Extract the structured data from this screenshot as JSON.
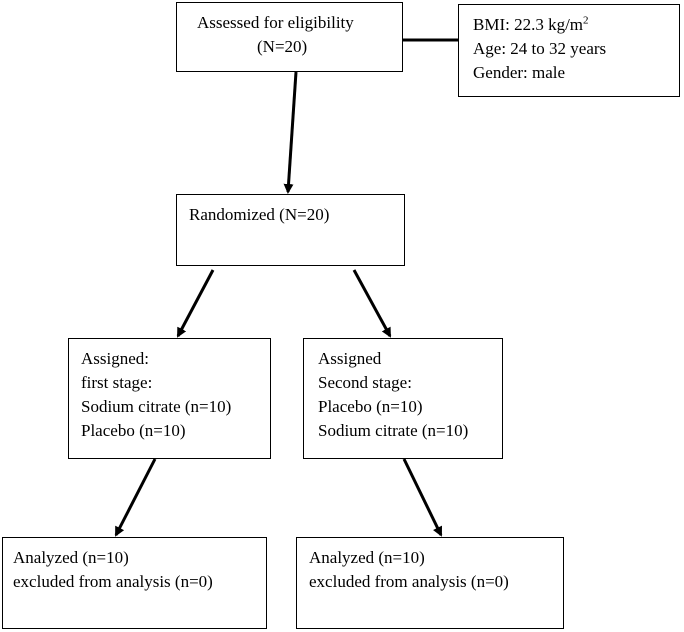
{
  "eligibility": {
    "line1": "Assessed for eligibility",
    "line2": "(N=20)"
  },
  "demographics": {
    "bmi_prefix": "BMI: 22.3 kg/m",
    "bmi_sup": "2",
    "age": "Age: 24 to 32 years",
    "gender": "Gender: male"
  },
  "randomized": {
    "label": "Randomized (N=20)"
  },
  "first_stage": {
    "line1": "Assigned:",
    "line2": "first stage:",
    "line3": "Sodium citrate (n=10)",
    "line4": "Placebo (n=10)"
  },
  "second_stage": {
    "line1": "Assigned",
    "line2": "Second stage:",
    "line3": "Placebo (n=10)",
    "line4": "Sodium citrate (n=10)"
  },
  "analyzed_left": {
    "line1": "Analyzed (n=10)",
    "line2": "excluded from analysis (n=0)"
  },
  "analyzed_right": {
    "line1": "Analyzed (n=10)",
    "line2": "excluded from analysis (n=0)"
  }
}
